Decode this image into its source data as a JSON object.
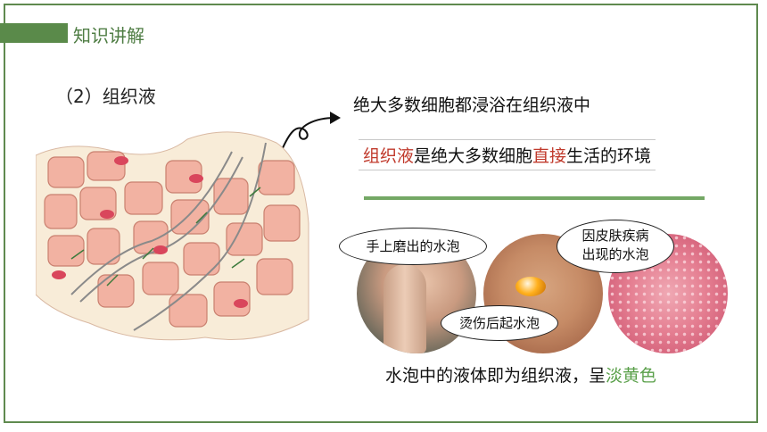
{
  "header": {
    "title": "知识讲解"
  },
  "section": {
    "title": "（2）组织液"
  },
  "statement1": "绝大多数细胞都浸浴在组织液中",
  "statement2": {
    "part1": "组织液",
    "part2": "是绝大多数细胞",
    "part3": "直接",
    "part4": "生活的环境"
  },
  "bubbles": {
    "friction": "手上磨出的水泡",
    "scald": "烫伤后起水泡",
    "disease_line1": "因皮肤疾病",
    "disease_line2": "出现的水泡"
  },
  "conclusion": {
    "part1": "水泡中的液体即为组织液，呈",
    "part2": "淡黄色"
  },
  "colors": {
    "accent": "#5a8a4a",
    "highlight_red": "#c0392b",
    "highlight_green": "#5aa04a"
  }
}
